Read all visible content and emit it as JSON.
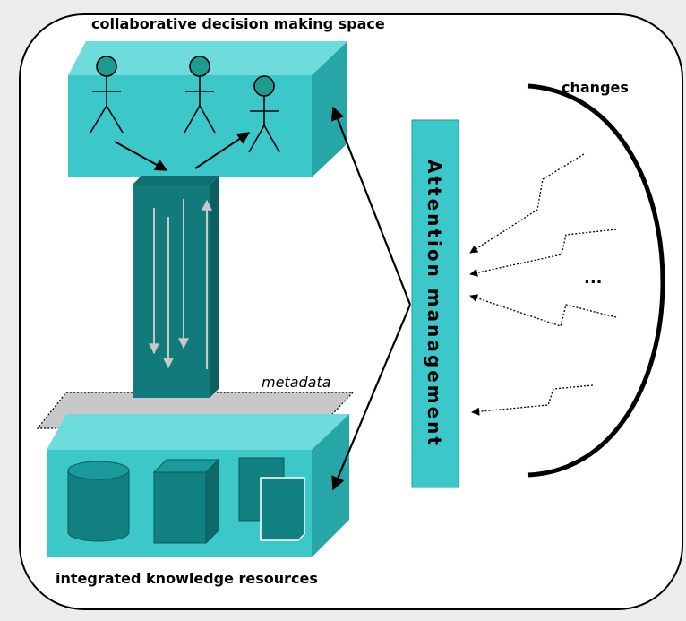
{
  "labels": {
    "top_title": "collaborative decision making space",
    "bottom_title": "integrated knowledge resources",
    "metadata": "metadata",
    "changes": "changes",
    "attention": "Attention management",
    "ellipsis": "..."
  },
  "colors": {
    "background": "#ececec",
    "frame_fill": "#ffffff",
    "box_front": "#3cc8c8",
    "box_top": "#6edcdc",
    "box_side": "#26a6a6",
    "column": "#127a7a",
    "icon_fill": "#108080",
    "person_head": "#1f9a8e",
    "metadata_fill": "#c8c8c8",
    "attention_fill": "#3cc8c8",
    "ink": "#000000"
  },
  "icons": [
    "person-icon",
    "database-icon",
    "box-icon",
    "documents-icon"
  ]
}
